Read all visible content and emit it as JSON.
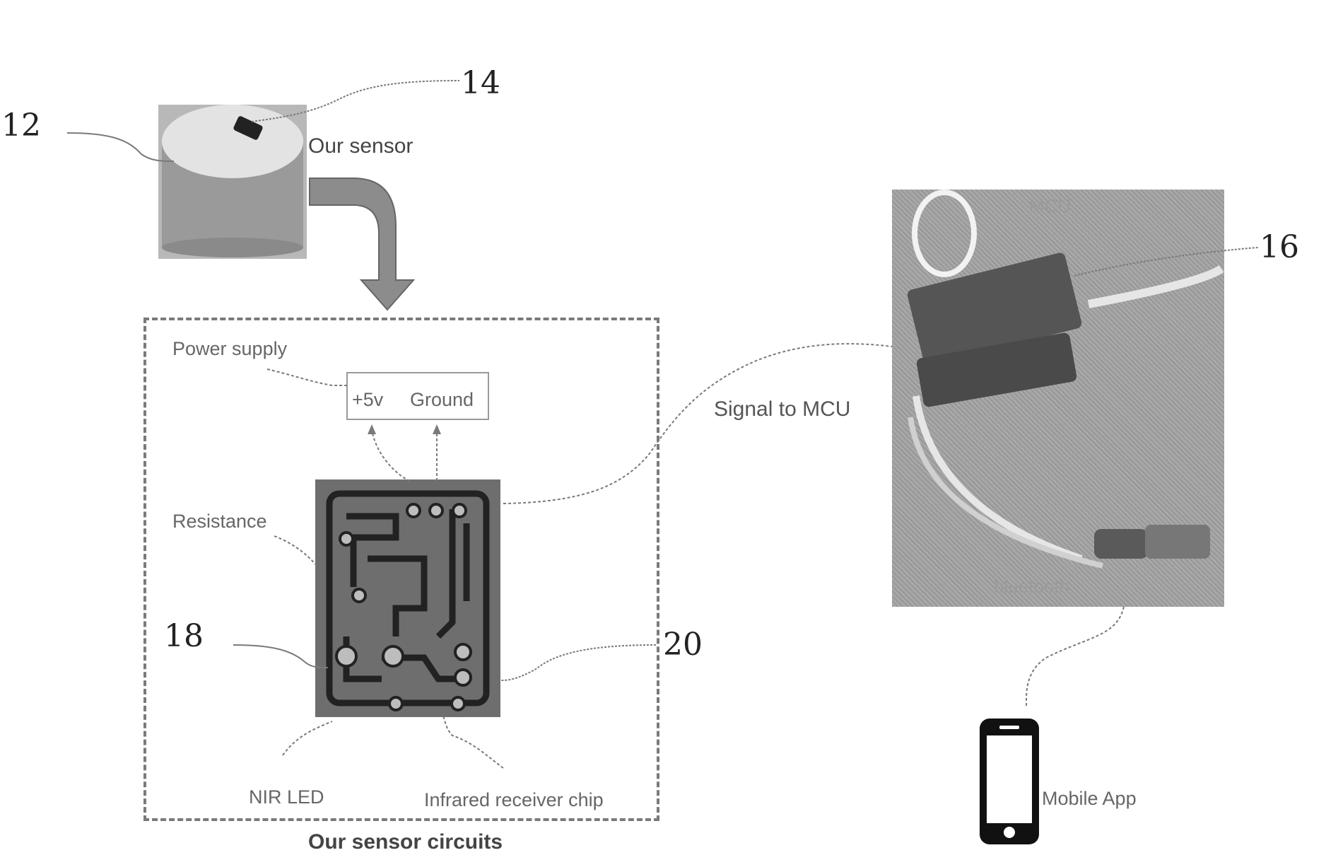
{
  "reference_numerals": {
    "sensor_body": "12",
    "sensor_window": "14",
    "mcu_board": "16",
    "nir_led": "18",
    "receiver_chip": "20"
  },
  "captions": {
    "our_sensor": "Our sensor",
    "our_sensor_circuits": "Our sensor circuits",
    "signal_to_mcu": "Signal to MCU",
    "mobile_app": "Mobile App"
  },
  "circuit_labels": {
    "power_supply": "Power supply",
    "plus_5v": "+5v",
    "ground": "Ground",
    "resistance": "Resistance",
    "nir_led": "NIR LED",
    "infrared_receiver_chip": "Infrared receiver chip"
  },
  "photo_labels": {
    "mcu": "MCU",
    "bluetooth": "bluetooth"
  }
}
